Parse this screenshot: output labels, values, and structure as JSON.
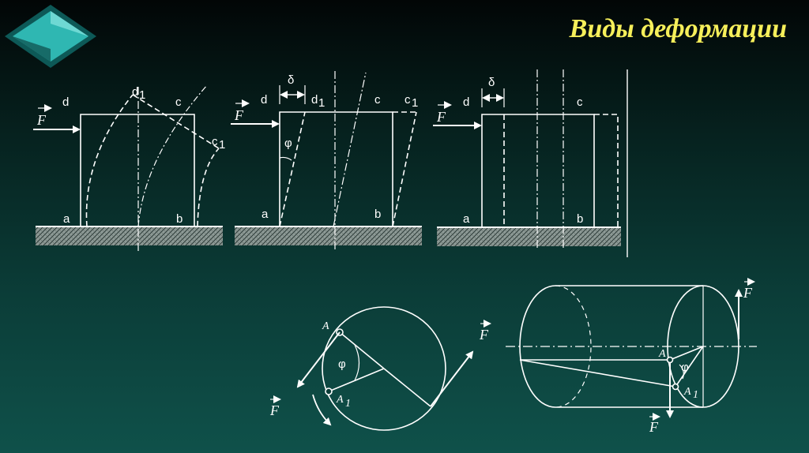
{
  "title": "Виды деформации",
  "labels": {
    "a": "a",
    "b": "b",
    "c": "c",
    "d": "d",
    "d1": "d",
    "c1": "c",
    "sub1": "1",
    "F": "F",
    "phi": "φ",
    "delta": "δ",
    "A": "A",
    "A1": "A"
  },
  "colors": {
    "title": "#f6ef5a",
    "lines": "#ffffff",
    "logo_fill": "#2fb7b2",
    "logo_dark": "#0d5957"
  }
}
